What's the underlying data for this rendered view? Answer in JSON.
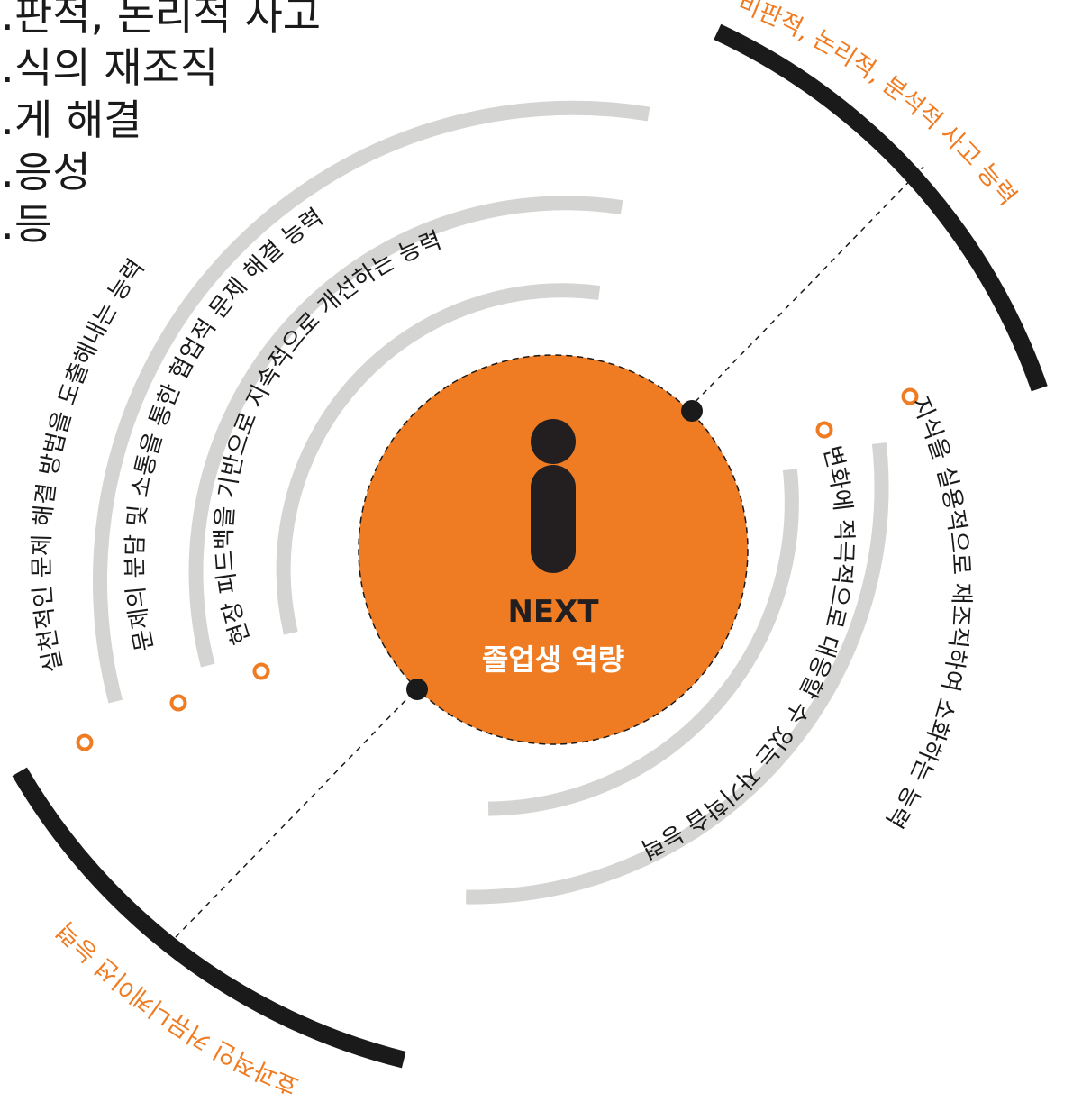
{
  "corner_text_fragment": [
    "…판적, 논리적 사고",
    "…식의 재조직",
    "…게 해결",
    "…응성",
    "…등"
  ],
  "center": {
    "title": "NEXT",
    "subtitle": "졸업생 역량"
  },
  "outer_labels": {
    "top_right": "비판적, 논리적, 분석적 사고 능력",
    "bottom_left": "효과적인 커뮤니케이션 능력"
  },
  "left_arcs": [
    "실천적인 문제 해결 방법을 도출해내는 능력",
    "문제의 분담 및 소통을 통한 협업적 문제 해결 능력",
    "현장 피드백을 기반으로 지속적으로 개선하는 능력"
  ],
  "right_arcs": [
    "지식을 실용적으로 재조직하여 소화하는 능력",
    "변화에 적극적으로 대응할 수 있는 자기학습 능력"
  ],
  "colors": {
    "accent": "#ef7c22",
    "dark": "#1a1a1a",
    "arc_gray": "#d4d4d2",
    "background": "#ffffff"
  }
}
